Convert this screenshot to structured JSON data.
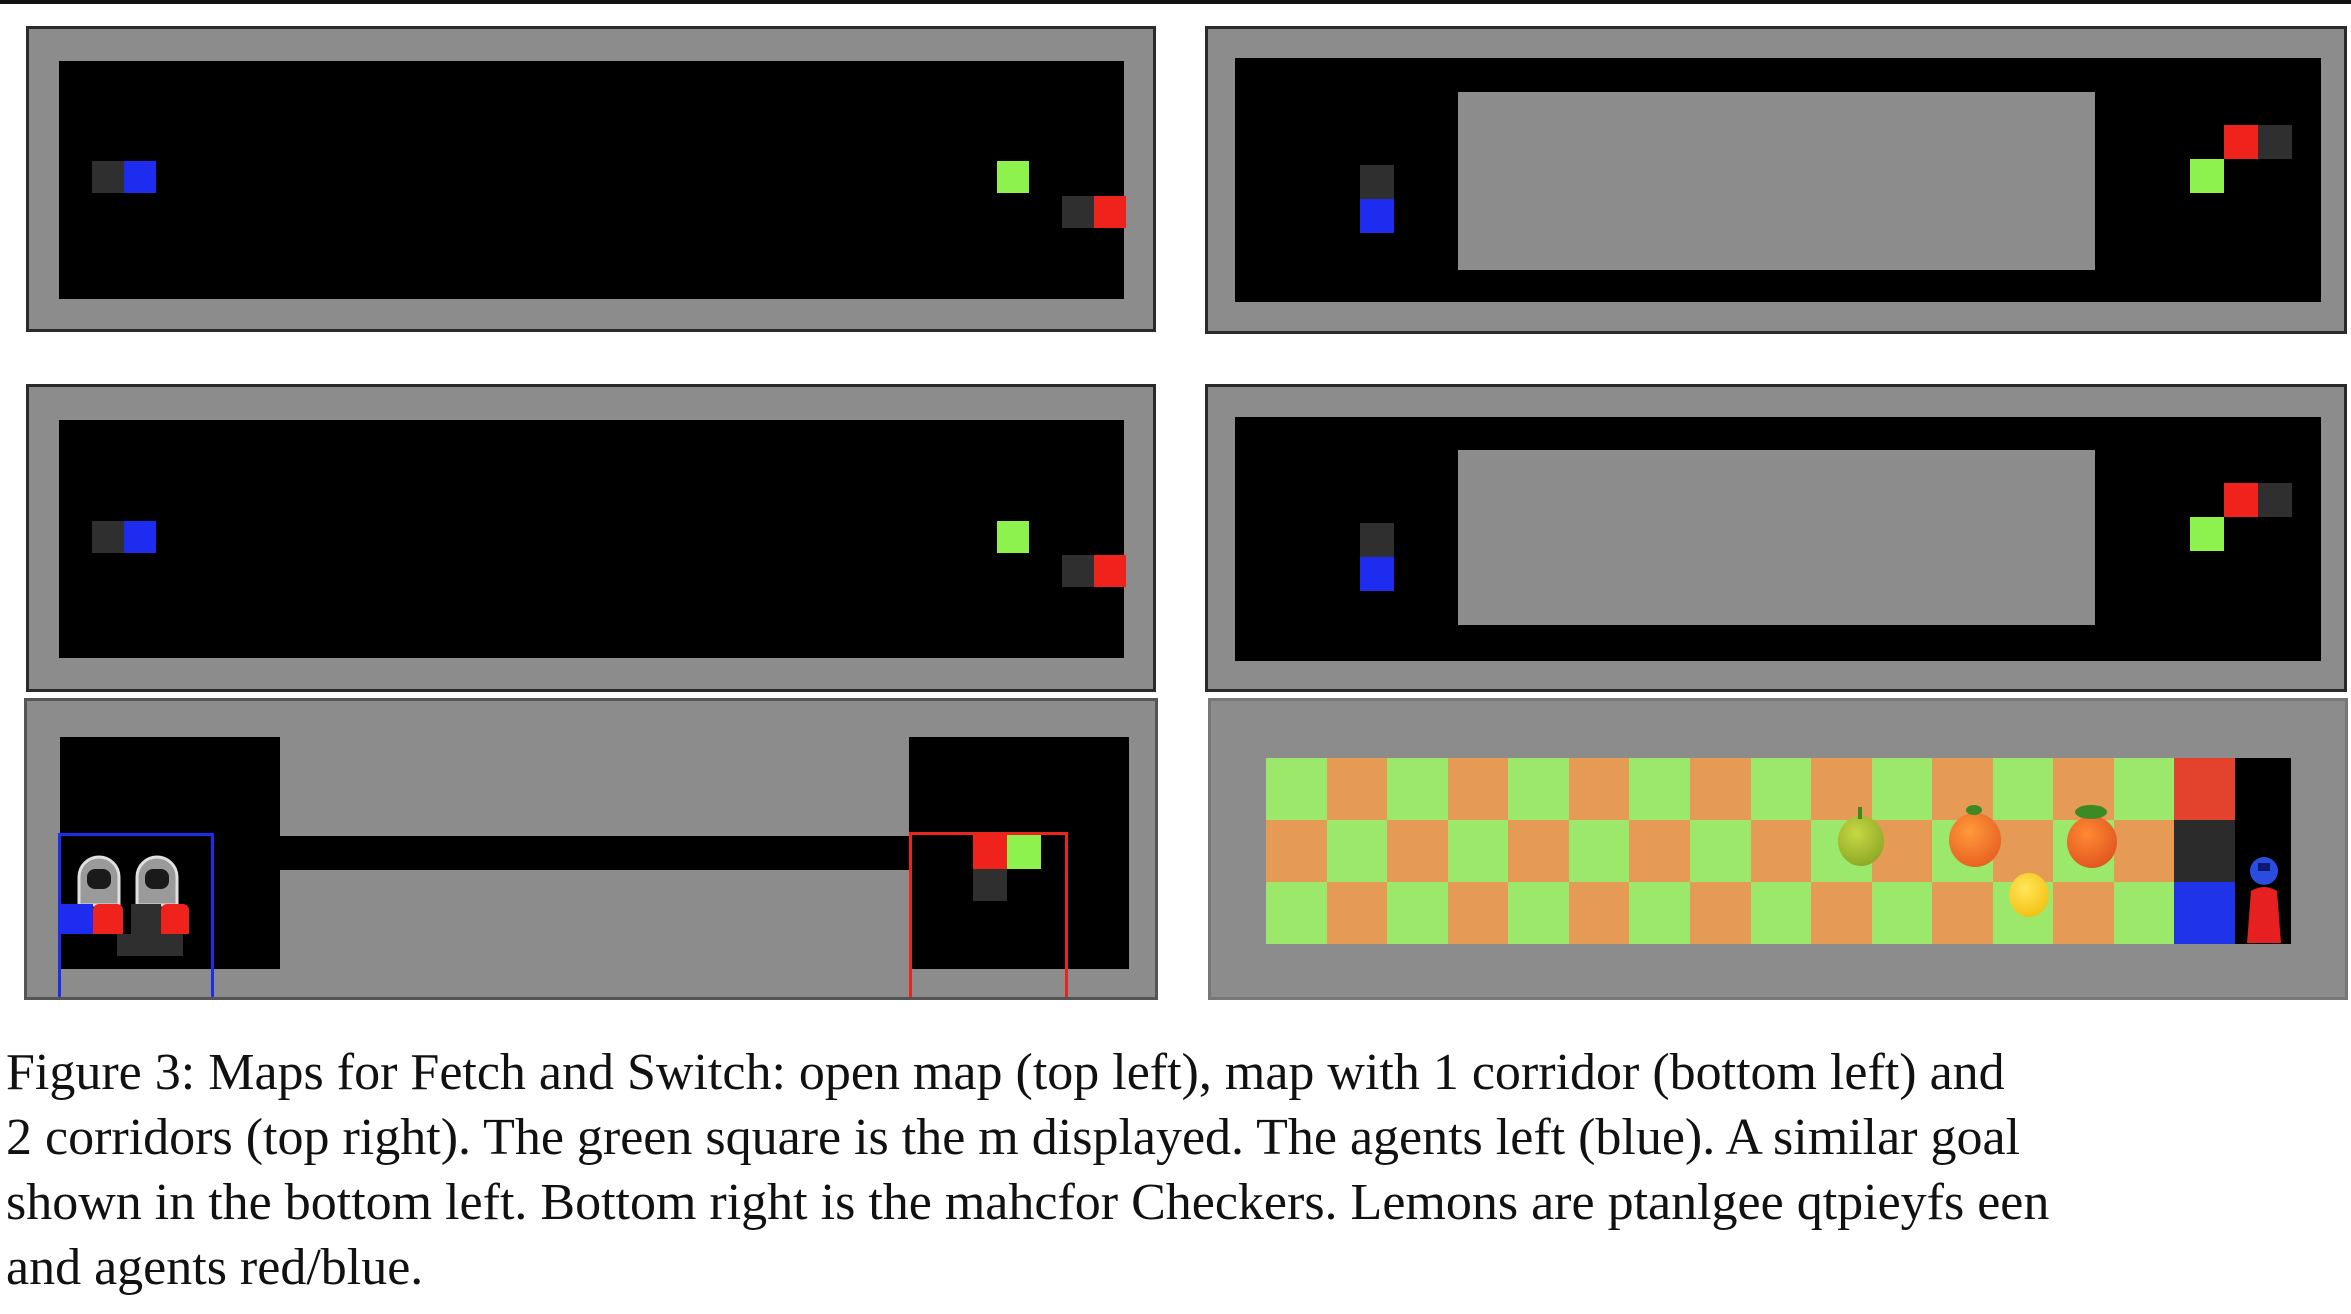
{
  "figure": {
    "caption_lines": [
      "Figure 3: Maps for Fetch and Switch: open map (top left), map with 1 corridor (bottom left) and",
      "2 corridors (top right). The green square is the m displayed. The agents left (blue). A similar goal",
      "shown in the bottom left. Bottom right is the mahcfor Checkers. Lemons are ptanlgee qtpieyfs een",
      "and agents red/blue."
    ]
  },
  "panels": [
    {
      "name": "open-map-top"
    },
    {
      "name": "two-corridor-map-top"
    },
    {
      "name": "open-map-middle"
    },
    {
      "name": "two-corridor-map-middle"
    },
    {
      "name": "one-corridor-map"
    },
    {
      "name": "checkers-map"
    }
  ],
  "checkers_board": {
    "rows": 3,
    "cols": 16,
    "cells": [
      "g",
      "o",
      "g",
      "o",
      "g",
      "o",
      "g",
      "o",
      "g",
      "o",
      "g",
      "o",
      "g",
      "o",
      "g",
      "r",
      "o",
      "g",
      "o",
      "g",
      "o",
      "g",
      "o",
      "g",
      "o",
      "g",
      "o",
      "g",
      "o",
      "g",
      "o",
      "k",
      "g",
      "o",
      "g",
      "o",
      "g",
      "o",
      "g",
      "o",
      "g",
      "o",
      "g",
      "o",
      "g",
      "o",
      "g",
      "b"
    ]
  },
  "colors": {
    "agent_blue": "#1e2cf0",
    "agent_red": "#f0221c",
    "goal_green": "#8ef24e",
    "wall_gray": "#8c8c8c",
    "floor_black": "#000000"
  },
  "icons": {
    "apple": "apple-icon",
    "orange": "orange-icon",
    "lemon": "lemon-icon",
    "agent": "agent-icon"
  }
}
